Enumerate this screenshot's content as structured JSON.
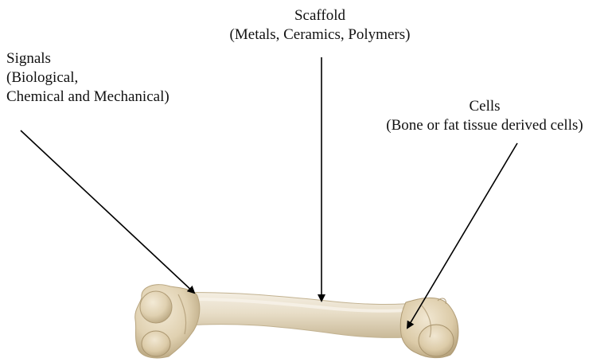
{
  "labels": {
    "scaffold": {
      "title": "Scaffold",
      "detail": "(Metals, Ceramics, Polymers)"
    },
    "signals": {
      "title": "Signals",
      "line2": "(Biological,",
      "line3": "Chemical and Mechanical)"
    },
    "cells": {
      "title": "Cells",
      "detail": "(Bone or fat tissue derived cells)"
    }
  },
  "colors": {
    "text": "#111111",
    "arrow": "#000000",
    "bone_light": "#efe7d6",
    "bone_mid": "#ddd0b4",
    "bone_shadow": "#b9a98a"
  },
  "image": {
    "subject": "femur-bone"
  }
}
